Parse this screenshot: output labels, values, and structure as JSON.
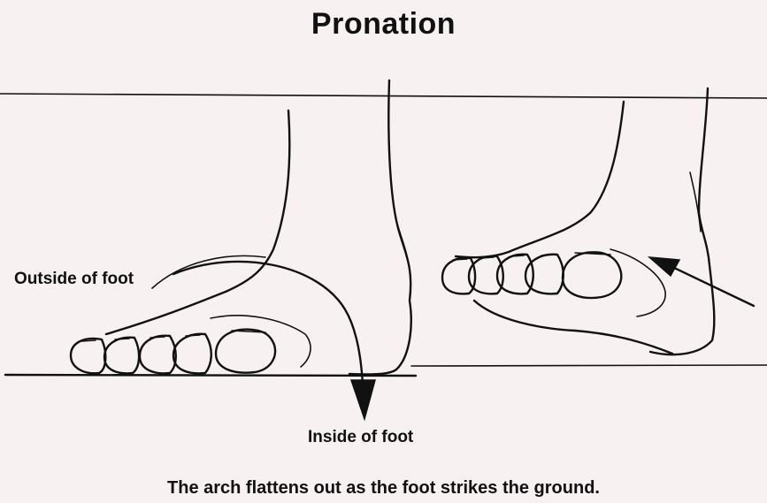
{
  "title": "Pronation",
  "labels": {
    "outside": "Outside of foot",
    "inside": "Inside of foot"
  },
  "caption": "The arch flattens out as the foot strikes the ground.",
  "colors": {
    "background": "#f7f1f2",
    "ink": "#111111"
  }
}
